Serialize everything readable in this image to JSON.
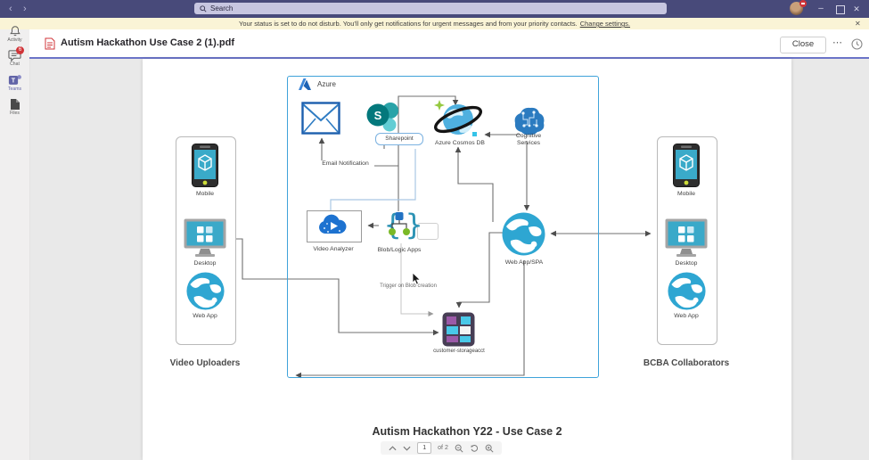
{
  "titlebar": {
    "search_placeholder": "Search",
    "back_glyph": "‹",
    "forward_glyph": "›",
    "minimize_glyph": "–",
    "close_glyph": "✕"
  },
  "notification": {
    "message": "Your status is set to do not disturb. You'll only get notifications for urgent messages and from your priority contacts.",
    "link_label": "Change settings.",
    "close_glyph": "✕"
  },
  "rail": {
    "items": [
      {
        "label": "Activity"
      },
      {
        "label": "Chat",
        "badge": "6"
      },
      {
        "label": "Teams"
      },
      {
        "label": "Files"
      }
    ]
  },
  "file_header": {
    "filename": "Autism Hackathon Use Case 2 (1).pdf",
    "close_label": "Close",
    "more_glyph": "⋯"
  },
  "diagram": {
    "azure_label": "Azure",
    "labels": {
      "email": "Email Notification",
      "sharepoint": "Sharepoint",
      "cosmos": "Azure Cosmos DB",
      "cognitive": "Cognitive Services",
      "video_analyzer": "Video Analyzer",
      "blob_logic": "Blob/Logic Apps",
      "web_app_spa": "Web App/SPA",
      "storage": "customer-storageacct",
      "trigger_note": "Trigger on Blob creation"
    },
    "left_panel": {
      "items": [
        "Mobile",
        "Desktop",
        "Web App"
      ],
      "caption": "Video Uploaders"
    },
    "right_panel": {
      "items": [
        "Mobile",
        "Desktop",
        "Web App"
      ],
      "caption": "BCBA Collaborators"
    }
  },
  "footer": {
    "doc_title": "Autism Hackathon Y22  -  Use Case 2",
    "page_value": "1",
    "page_total": "of 2"
  },
  "colors": {
    "teams_purple": "#484a7a",
    "azure_border_blue": "#3fa3da",
    "teal": "#31a7cc",
    "notification_bg": "#faf4d6",
    "badge_red": "#d13438"
  }
}
